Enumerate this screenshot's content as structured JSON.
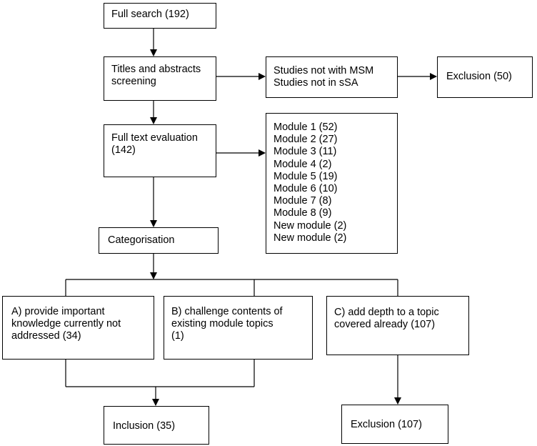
{
  "nodes": {
    "full_search": {
      "lines": [
        "Full search (192)"
      ]
    },
    "screening": {
      "lines": [
        "Titles and abstracts",
        "screening"
      ]
    },
    "not_msm": {
      "lines": [
        "Studies not with MSM",
        "Studies not in sSA"
      ]
    },
    "exclusion_50": {
      "lines": [
        "Exclusion (50)"
      ]
    },
    "full_text": {
      "lines": [
        "Full text evaluation",
        "(142)"
      ]
    },
    "modules": {
      "lines": [
        "Module 1 (52)",
        "Module 2 (27)",
        "Module 3 (11)",
        "Module 4 (2)",
        "Module 5 (19)",
        "Module 6 (10)",
        "Module 7 (8)",
        "Module 8 (9)",
        "New module (2)",
        "New module (2)"
      ]
    },
    "categorisation": {
      "lines": [
        "Categorisation"
      ]
    },
    "cat_a": {
      "lines": [
        "A) provide important",
        "knowledge currently not",
        "addressed (34)"
      ]
    },
    "cat_b": {
      "lines": [
        "B) challenge contents of",
        "existing module topics",
        "(1)"
      ]
    },
    "cat_c": {
      "lines": [
        "C) add depth to a topic",
        "covered already (107)"
      ]
    },
    "inclusion": {
      "lines": [
        "Inclusion (35)"
      ]
    },
    "exclusion_107": {
      "lines": [
        "Exclusion (107)"
      ]
    }
  }
}
